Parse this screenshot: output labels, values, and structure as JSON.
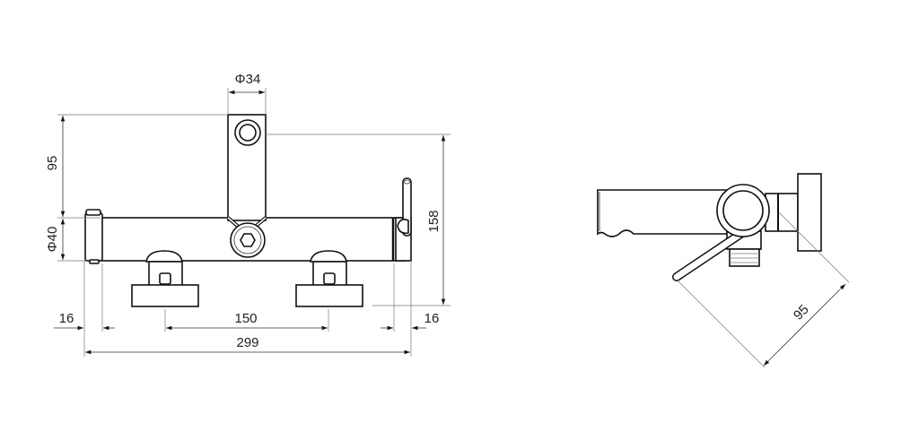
{
  "drawing": {
    "front_view": {
      "spout_diameter": "Φ34",
      "spout_height": "95",
      "body_diameter": "Φ40",
      "total_height": "158",
      "left_offset": "16",
      "inlet_spacing": "150",
      "right_offset": "16",
      "total_width": "299"
    },
    "side_view": {
      "projection": "95"
    }
  }
}
